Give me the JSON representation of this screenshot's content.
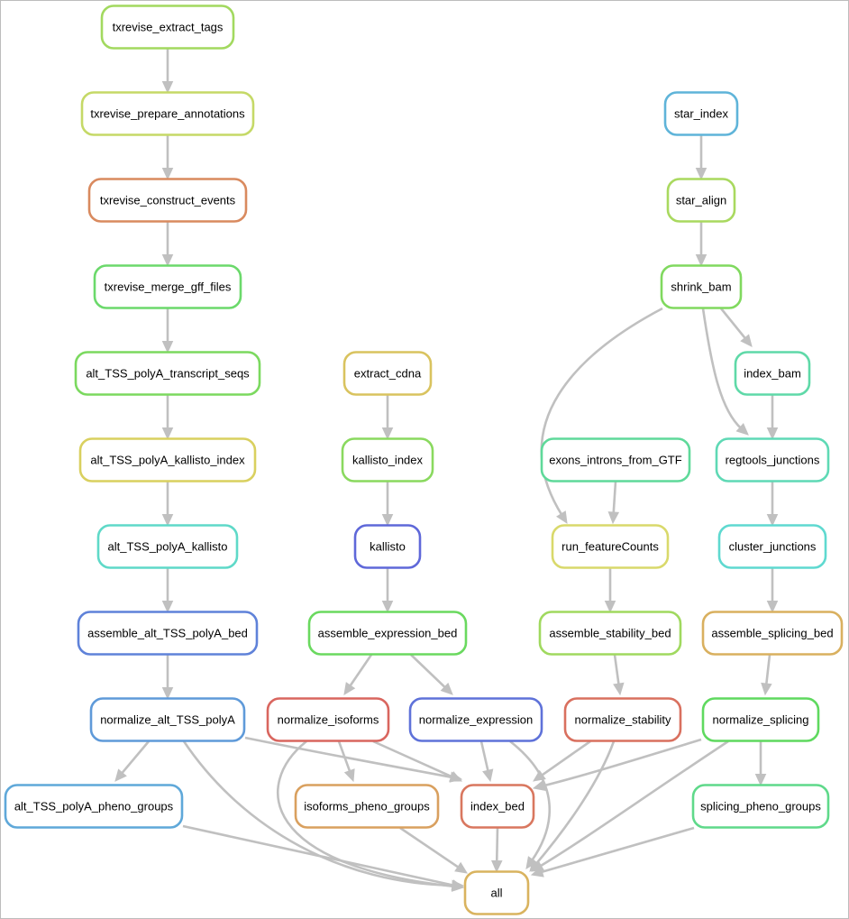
{
  "diagram": {
    "nodes": [
      {
        "id": "txrevise_extract_tags",
        "label": "txrevise_extract_tags",
        "color": "#a2d95f"
      },
      {
        "id": "txrevise_prepare_annotations",
        "label": "txrevise_prepare_annotations",
        "color": "#c5d967"
      },
      {
        "id": "txrevise_construct_events",
        "label": "txrevise_construct_events",
        "color": "#d98a5f"
      },
      {
        "id": "txrevise_merge_gff_files",
        "label": "txrevise_merge_gff_files",
        "color": "#6bd96b"
      },
      {
        "id": "alt_TSS_polyA_transcript_seqs",
        "label": "alt_TSS_polyA_transcript_seqs",
        "color": "#7bd95f"
      },
      {
        "id": "alt_TSS_polyA_kallisto_index",
        "label": "alt_TSS_polyA_kallisto_index",
        "color": "#d9d05f"
      },
      {
        "id": "alt_TSS_polyA_kallisto",
        "label": "alt_TSS_polyA_kallisto",
        "color": "#5fd9c8"
      },
      {
        "id": "assemble_alt_TSS_polyA_bed",
        "label": "assemble_alt_TSS_polyA_bed",
        "color": "#5f82d9"
      },
      {
        "id": "normalize_alt_TSS_polyA",
        "label": "normalize_alt_TSS_polyA",
        "color": "#5f9ad9"
      },
      {
        "id": "alt_TSS_polyA_pheno_groups",
        "label": "alt_TSS_polyA_pheno_groups",
        "color": "#5fa8d9"
      },
      {
        "id": "extract_cdna",
        "label": "extract_cdna",
        "color": "#d9c35f"
      },
      {
        "id": "kallisto_index",
        "label": "kallisto_index",
        "color": "#8ad95f"
      },
      {
        "id": "kallisto",
        "label": "kallisto",
        "color": "#5f68d9"
      },
      {
        "id": "assemble_expression_bed",
        "label": "assemble_expression_bed",
        "color": "#6ad95f"
      },
      {
        "id": "normalize_isoforms",
        "label": "normalize_isoforms",
        "color": "#d9665f"
      },
      {
        "id": "normalize_expression",
        "label": "normalize_expression",
        "color": "#5f72d9"
      },
      {
        "id": "isoforms_pheno_groups",
        "label": "isoforms_pheno_groups",
        "color": "#d9a05f"
      },
      {
        "id": "index_bed",
        "label": "index_bed",
        "color": "#d9775f"
      },
      {
        "id": "star_index",
        "label": "star_index",
        "color": "#5fb4d9"
      },
      {
        "id": "star_align",
        "label": "star_align",
        "color": "#a9d95f"
      },
      {
        "id": "shrink_bam",
        "label": "shrink_bam",
        "color": "#80d95f"
      },
      {
        "id": "index_bam",
        "label": "index_bam",
        "color": "#5fd9a8"
      },
      {
        "id": "exons_introns_from_GTF",
        "label": "exons_introns_from_GTF",
        "color": "#5fd99a"
      },
      {
        "id": "regtools_junctions",
        "label": "regtools_junctions",
        "color": "#5fd9b5"
      },
      {
        "id": "run_featureCounts",
        "label": "run_featureCounts",
        "color": "#d9d96b"
      },
      {
        "id": "cluster_junctions",
        "label": "cluster_junctions",
        "color": "#5fd9d0"
      },
      {
        "id": "assemble_stability_bed",
        "label": "assemble_stability_bed",
        "color": "#a0d95f"
      },
      {
        "id": "assemble_splicing_bed",
        "label": "assemble_splicing_bed",
        "color": "#d9b05f"
      },
      {
        "id": "normalize_stability",
        "label": "normalize_stability",
        "color": "#d9705f"
      },
      {
        "id": "normalize_splicing",
        "label": "normalize_splicing",
        "color": "#5fd95f"
      },
      {
        "id": "splicing_pheno_groups",
        "label": "splicing_pheno_groups",
        "color": "#5fd98a"
      },
      {
        "id": "all",
        "label": "all",
        "color": "#d9b35f"
      }
    ],
    "edges": [
      {
        "from": "txrevise_extract_tags",
        "to": "txrevise_prepare_annotations"
      },
      {
        "from": "txrevise_prepare_annotations",
        "to": "txrevise_construct_events"
      },
      {
        "from": "txrevise_construct_events",
        "to": "txrevise_merge_gff_files"
      },
      {
        "from": "txrevise_merge_gff_files",
        "to": "alt_TSS_polyA_transcript_seqs"
      },
      {
        "from": "alt_TSS_polyA_transcript_seqs",
        "to": "alt_TSS_polyA_kallisto_index"
      },
      {
        "from": "alt_TSS_polyA_kallisto_index",
        "to": "alt_TSS_polyA_kallisto"
      },
      {
        "from": "alt_TSS_polyA_kallisto",
        "to": "assemble_alt_TSS_polyA_bed"
      },
      {
        "from": "assemble_alt_TSS_polyA_bed",
        "to": "normalize_alt_TSS_polyA"
      },
      {
        "from": "normalize_alt_TSS_polyA",
        "to": "alt_TSS_polyA_pheno_groups"
      },
      {
        "from": "normalize_alt_TSS_polyA",
        "to": "index_bed"
      },
      {
        "from": "normalize_alt_TSS_polyA",
        "to": "all"
      },
      {
        "from": "alt_TSS_polyA_pheno_groups",
        "to": "all"
      },
      {
        "from": "extract_cdna",
        "to": "kallisto_index"
      },
      {
        "from": "kallisto_index",
        "to": "kallisto"
      },
      {
        "from": "kallisto",
        "to": "assemble_expression_bed"
      },
      {
        "from": "assemble_expression_bed",
        "to": "normalize_isoforms"
      },
      {
        "from": "assemble_expression_bed",
        "to": "normalize_expression"
      },
      {
        "from": "normalize_isoforms",
        "to": "isoforms_pheno_groups"
      },
      {
        "from": "normalize_isoforms",
        "to": "index_bed"
      },
      {
        "from": "normalize_isoforms",
        "to": "all"
      },
      {
        "from": "normalize_expression",
        "to": "index_bed"
      },
      {
        "from": "normalize_expression",
        "to": "all"
      },
      {
        "from": "isoforms_pheno_groups",
        "to": "all"
      },
      {
        "from": "index_bed",
        "to": "all"
      },
      {
        "from": "star_index",
        "to": "star_align"
      },
      {
        "from": "star_align",
        "to": "shrink_bam"
      },
      {
        "from": "shrink_bam",
        "to": "run_featureCounts"
      },
      {
        "from": "shrink_bam",
        "to": "index_bam"
      },
      {
        "from": "shrink_bam",
        "to": "regtools_junctions"
      },
      {
        "from": "index_bam",
        "to": "regtools_junctions"
      },
      {
        "from": "exons_introns_from_GTF",
        "to": "run_featureCounts"
      },
      {
        "from": "run_featureCounts",
        "to": "assemble_stability_bed"
      },
      {
        "from": "regtools_junctions",
        "to": "cluster_junctions"
      },
      {
        "from": "cluster_junctions",
        "to": "assemble_splicing_bed"
      },
      {
        "from": "assemble_stability_bed",
        "to": "normalize_stability"
      },
      {
        "from": "assemble_splicing_bed",
        "to": "normalize_splicing"
      },
      {
        "from": "normalize_stability",
        "to": "index_bed"
      },
      {
        "from": "normalize_stability",
        "to": "all"
      },
      {
        "from": "normalize_splicing",
        "to": "index_bed"
      },
      {
        "from": "normalize_splicing",
        "to": "splicing_pheno_groups"
      },
      {
        "from": "normalize_splicing",
        "to": "all"
      },
      {
        "from": "splicing_pheno_groups",
        "to": "all"
      }
    ]
  }
}
